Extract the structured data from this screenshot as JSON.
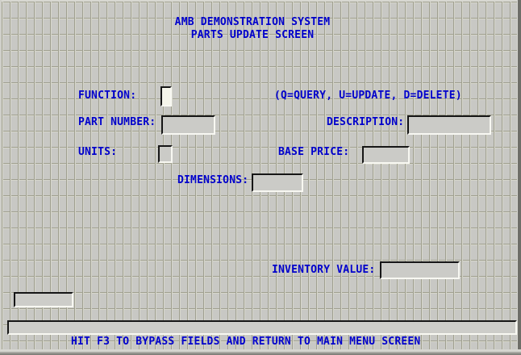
{
  "window": {
    "title_line1": "AMB DEMONSTRATION SYSTEM",
    "title_line2": "PARTS UPDATE SCREEN"
  },
  "fields": {
    "function": {
      "label": "FUNCTION:",
      "value": "",
      "hint": "(Q=QUERY, U=UPDATE, D=DELETE)"
    },
    "part_number": {
      "label": "PART NUMBER:",
      "value": ""
    },
    "description": {
      "label": "DESCRIPTION:",
      "value": ""
    },
    "units": {
      "label": "UNITS:",
      "value": ""
    },
    "base_price": {
      "label": "BASE PRICE:",
      "value": ""
    },
    "dimensions": {
      "label": "DIMENSIONS:",
      "value": ""
    },
    "inventory_value": {
      "label": "INVENTORY VALUE:",
      "value": ""
    },
    "status_box": {
      "value": ""
    },
    "message_bar": {
      "value": ""
    }
  },
  "footer": {
    "instruction": "HIT F3 TO BYPASS FIELDS AND RETURN TO MAIN MENU SCREEN"
  },
  "colors": {
    "label_text": "#0000cc",
    "screen_background": "#c8c8c4",
    "grid_line": "#a0a090",
    "grid_highlight": "#d6d6cc",
    "field_background": "#cbcbc7",
    "active_field_background": "#f5f5ea",
    "field_border_dark": "#161616",
    "field_border_light": "#f8f8f2"
  }
}
